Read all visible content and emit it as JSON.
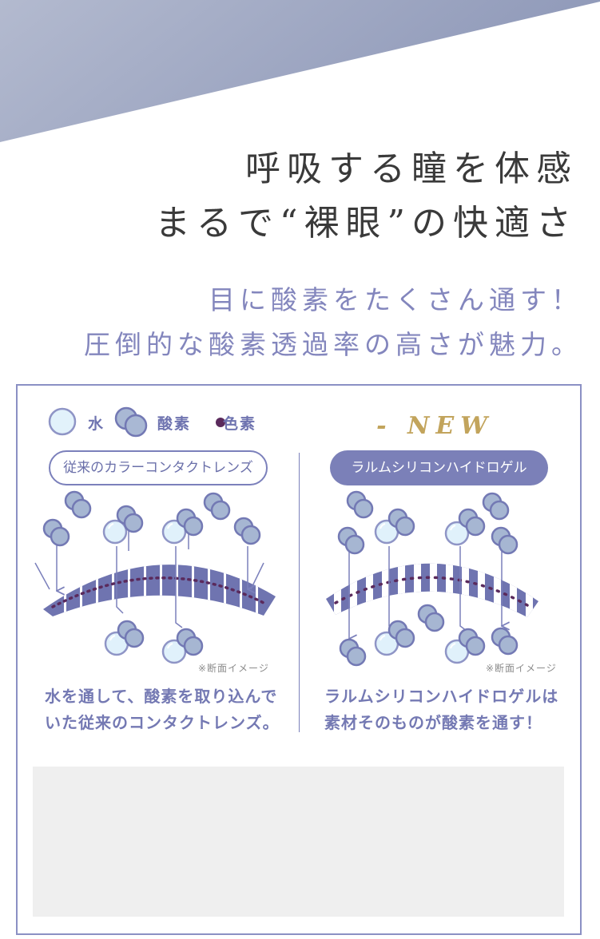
{
  "headline": {
    "line1": "呼吸する瞳を体感",
    "line2": "まるで“裸眼”の快適さ"
  },
  "tagline": {
    "line1": "目に酸素をたくさん通す！",
    "line2": "圧倒的な酸素透過率の高さが魅力。"
  },
  "legend": {
    "water": "水",
    "oxygen": "酸素",
    "pigment": "色素"
  },
  "new_label": "- NEW -",
  "conventional": {
    "title": "従来のカラーコンタクトレンズ",
    "note": "※断面イメージ",
    "caption_line1": "水を通して、酸素を取り込んで",
    "caption_line2": "いた従来のコンタクトレンズ。"
  },
  "silicone": {
    "title": "ラルムシリコンハイドロゲル",
    "note": "※断面イメージ",
    "caption_line1": "ラルムシリコンハイドロゲルは",
    "caption_line2": "素材そのものが酸素を通す！"
  },
  "colors": {
    "accent": "#7b80b8",
    "gold": "#c2a45c",
    "water": "#dff1fb",
    "oxygen": "#a6b6d2",
    "pigment": "#5a2a5c",
    "lens_stripe": "#6f74b0",
    "banner": "#9aa3bf"
  }
}
